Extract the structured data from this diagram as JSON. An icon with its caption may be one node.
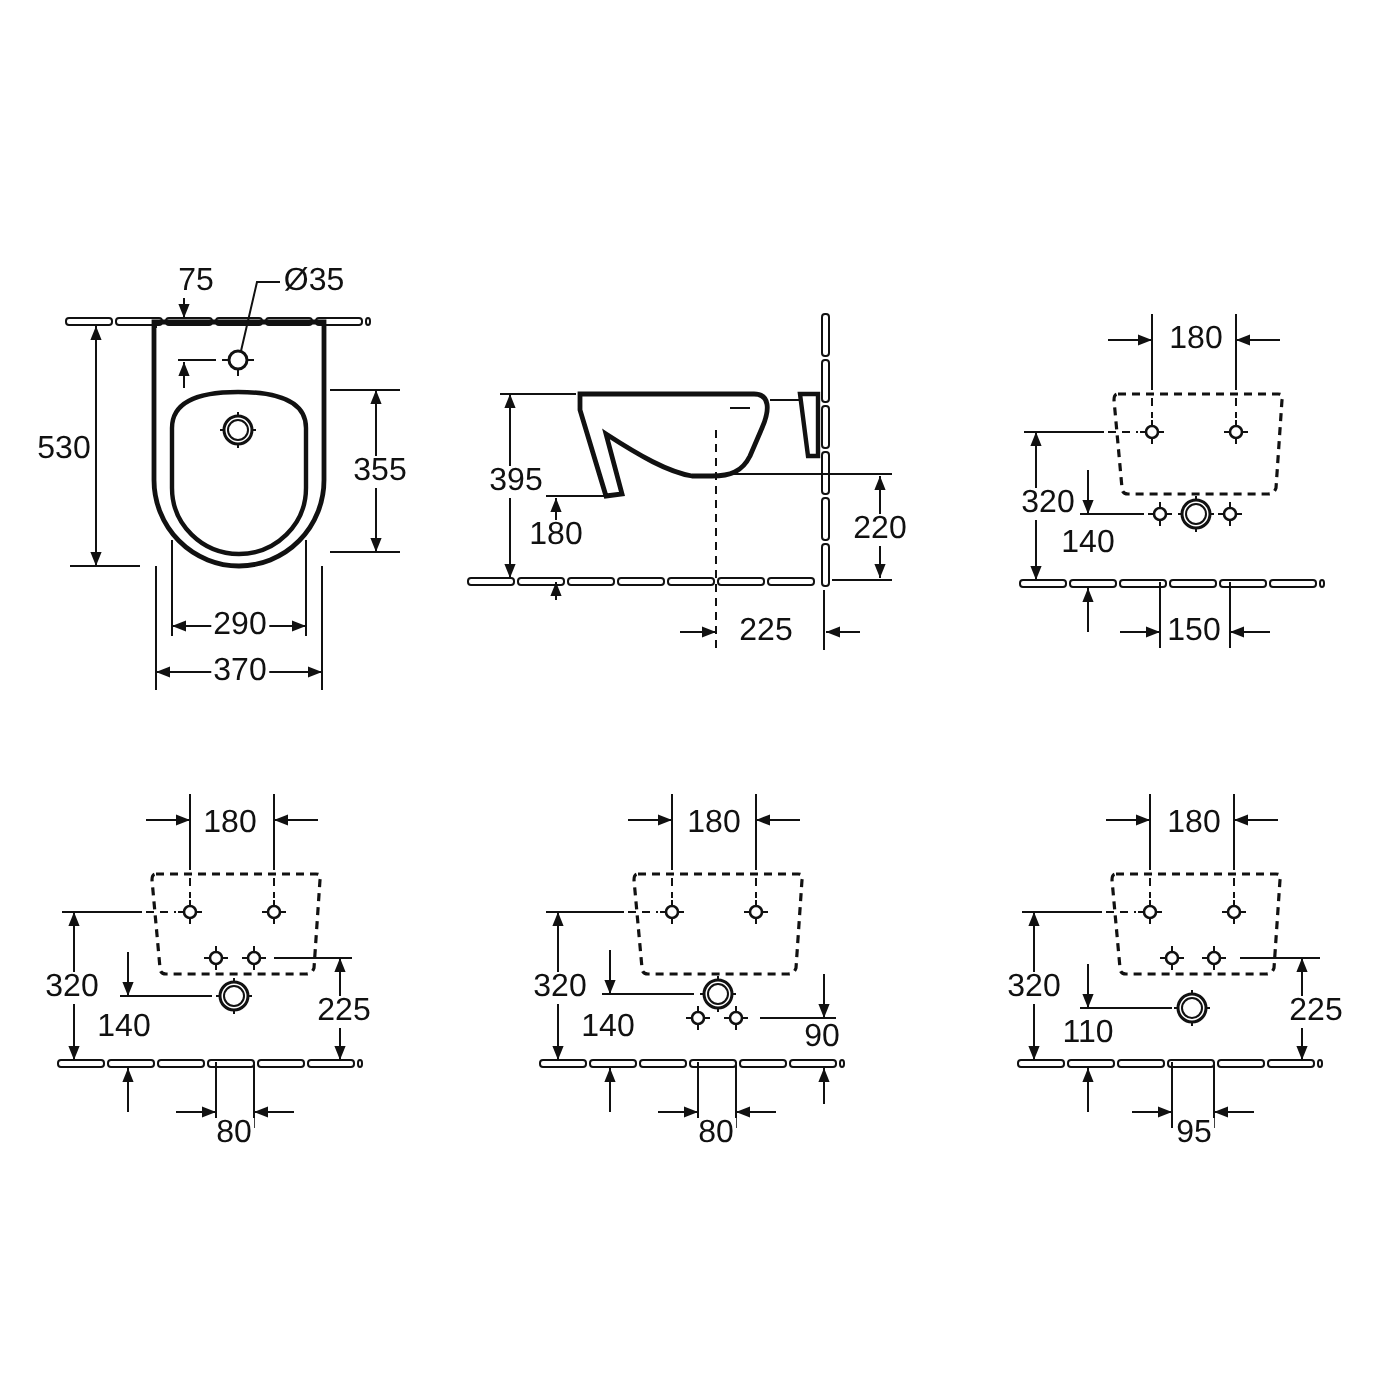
{
  "diagram": {
    "nodes": [
      {
        "text": [
          "Ø35"
        ]
      },
      {
        "text": [],
        "shape": "circle"
      }
    ],
    "edges": [
      {
        "from": 0,
        "to": 1,
        "arrow": "none"
      }
    ],
    "labels": [
      "75",
      "530",
      "355",
      "290",
      "370",
      "395",
      "180",
      "220",
      "225",
      "180",
      "320",
      "140",
      "150",
      "180",
      "320",
      "140",
      "225",
      "80",
      "180",
      "320",
      "140",
      "90",
      "80",
      "180",
      "320",
      "110",
      "225",
      "95"
    ]
  }
}
